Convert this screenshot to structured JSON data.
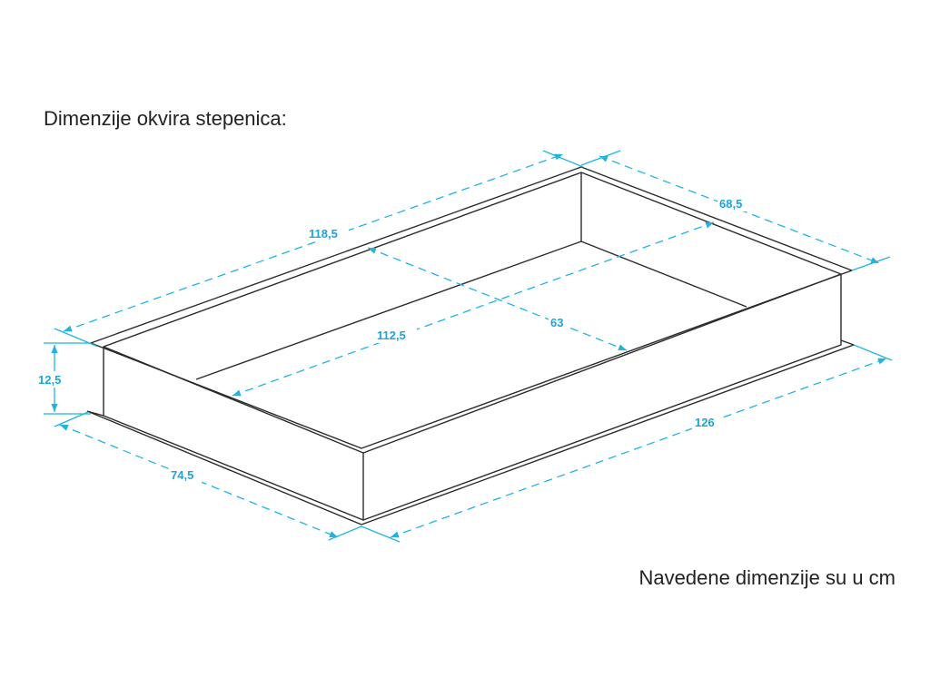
{
  "heading": "Dimenzije okvira stepenica:",
  "footnote": "Navedene dimenzije su u cm",
  "colors": {
    "dimension": "#1fb4e2",
    "outline": "#2b2b2b"
  },
  "dimensions": {
    "top_length": "118,5",
    "top_width": "68,5",
    "inner_length": "112,5",
    "inner_width": "63",
    "height": "12,5",
    "base_width": "74,5",
    "base_length": "126"
  }
}
